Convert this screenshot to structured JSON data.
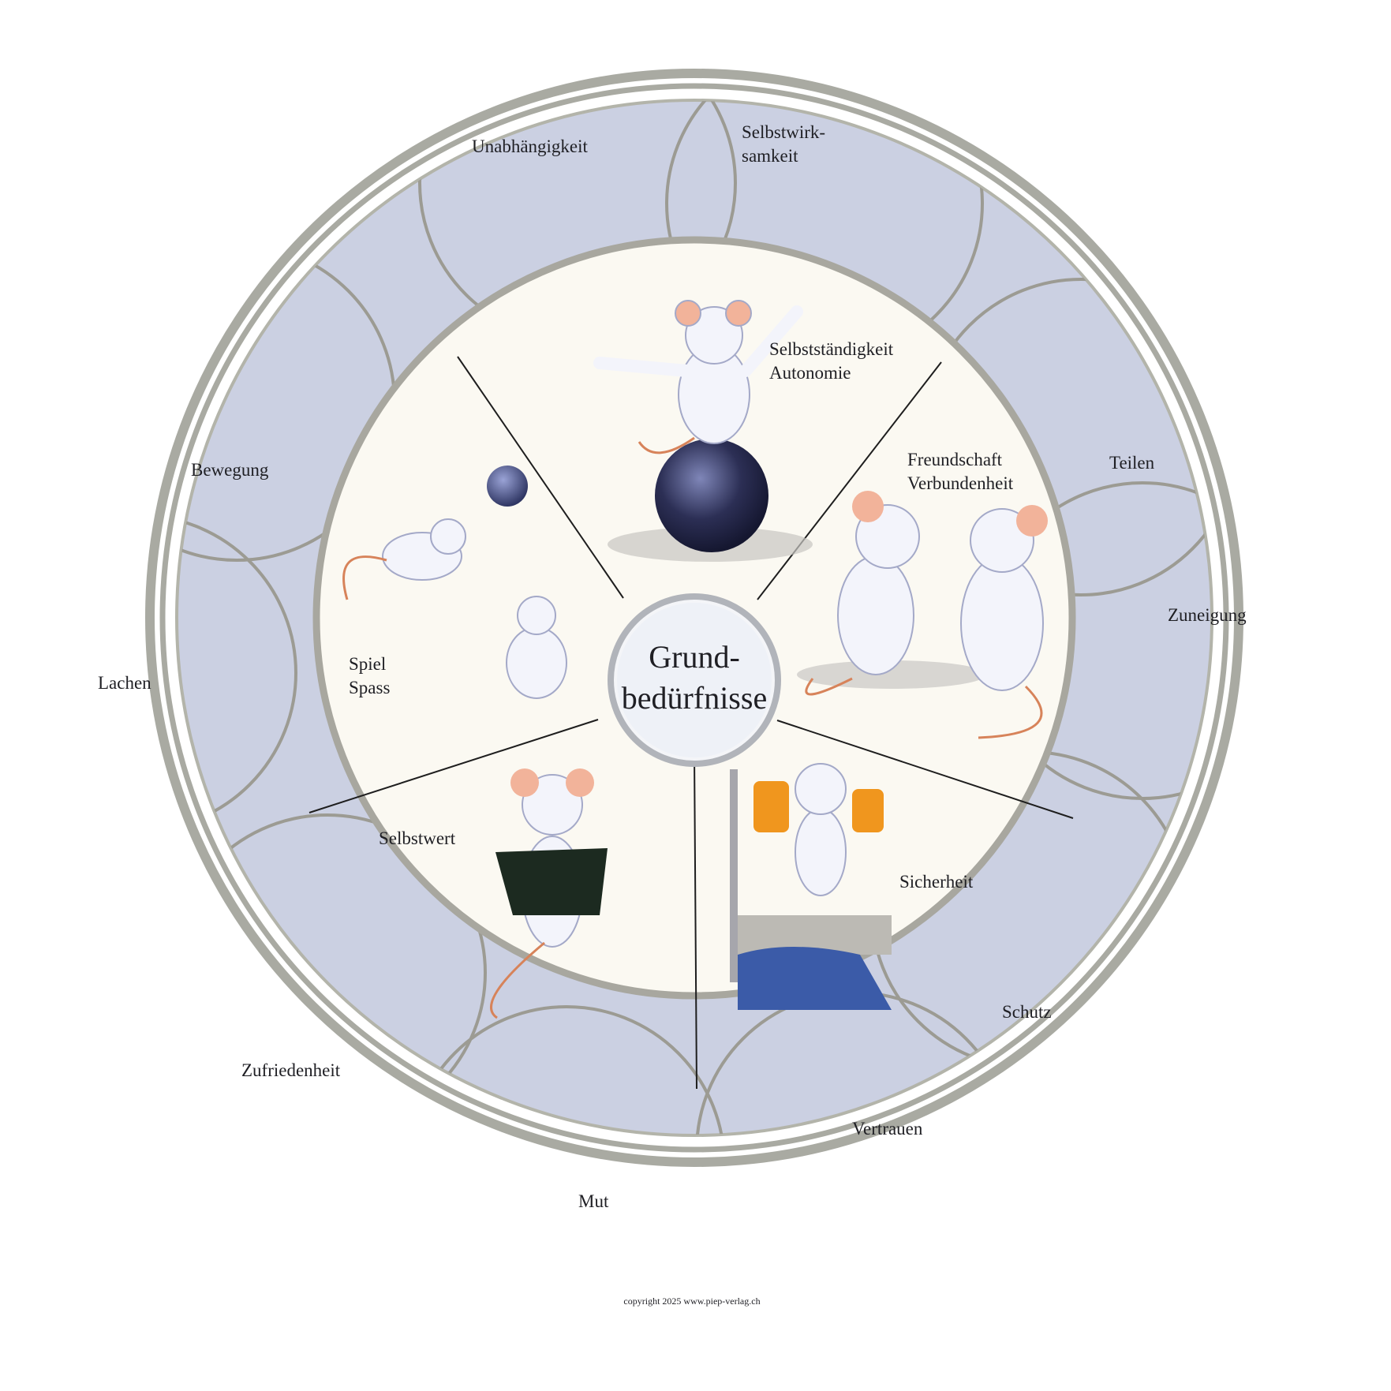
{
  "center": {
    "line1": "Grund-",
    "line2": "bedürfnisse"
  },
  "inner_segments": [
    {
      "id": "autonomie",
      "lines": [
        "Selbstständigkeit",
        "Autonomie"
      ],
      "scene": "mouse balancing on ball"
    },
    {
      "id": "freundschaft",
      "lines": [
        "Freundschaft",
        "Verbundenheit"
      ],
      "scene": "two mice embracing"
    },
    {
      "id": "sicherheit",
      "lines": [
        "Sicherheit"
      ],
      "scene": "mouse with water wings at pool"
    },
    {
      "id": "selbstwert",
      "lines": [
        "Selbstwert"
      ],
      "scene": "mouse in black jacket"
    },
    {
      "id": "spiel",
      "lines": [
        "Spiel",
        "Spass"
      ],
      "scene": "mice playing with ball"
    }
  ],
  "outer_needs": [
    {
      "id": "unabhaengigkeit",
      "lines": [
        "Unabhängigkeit"
      ]
    },
    {
      "id": "selbstwirksamkeit",
      "lines": [
        "Selbstwirk-",
        "samkeit"
      ]
    },
    {
      "id": "teilen",
      "lines": [
        "Teilen"
      ]
    },
    {
      "id": "zuneigung",
      "lines": [
        "Zuneigung"
      ]
    },
    {
      "id": "schutz",
      "lines": [
        "Schutz"
      ]
    },
    {
      "id": "vertrauen",
      "lines": [
        "Vertrauen"
      ]
    },
    {
      "id": "mut",
      "lines": [
        "Mut"
      ]
    },
    {
      "id": "zufriedenheit",
      "lines": [
        "Zufriedenheit"
      ]
    },
    {
      "id": "lachen",
      "lines": [
        "Lachen"
      ]
    },
    {
      "id": "bewegung",
      "lines": [
        "Bewegung"
      ]
    }
  ],
  "copyright": "copyright 2025 www.piep-verlag.ch",
  "colors": {
    "ring_outer": "#a9aaa2",
    "band_fill": "#cbd0e2",
    "inner_fill": "#fbf9f2",
    "circle_stroke": "#9c9b93",
    "center_fill": "#eef1f7",
    "mouse_body": "#f3f4fb",
    "mouse_ear": "#f2b39a",
    "ball_dark": "#2c2f55",
    "shirt_dark": "#1c2a20",
    "cloth_blue": "#3e4690",
    "float_orange": "#f0961e",
    "water_blue": "#3b5ba8"
  }
}
